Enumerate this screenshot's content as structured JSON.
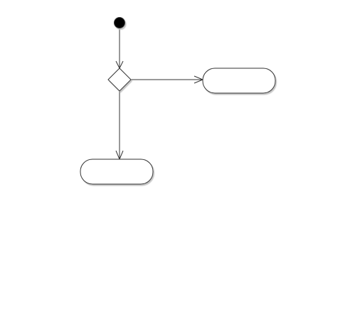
{
  "diagram": {
    "kind": "activity",
    "colors": {
      "stroke": "#333333",
      "initial_fill": "#000000",
      "node_fill": "#ffffff",
      "shadow": "#bdbdbd"
    },
    "nodes": [
      {
        "id": "start",
        "type": "initial-node",
        "label": ""
      },
      {
        "id": "decision",
        "type": "decision-node",
        "label": ""
      },
      {
        "id": "action-right",
        "type": "action-node",
        "label": ""
      },
      {
        "id": "action-bottom",
        "type": "action-node",
        "label": ""
      }
    ],
    "edges": [
      {
        "from": "start",
        "to": "decision",
        "label": ""
      },
      {
        "from": "decision",
        "to": "action-right",
        "label": ""
      },
      {
        "from": "decision",
        "to": "action-bottom",
        "label": ""
      }
    ]
  }
}
